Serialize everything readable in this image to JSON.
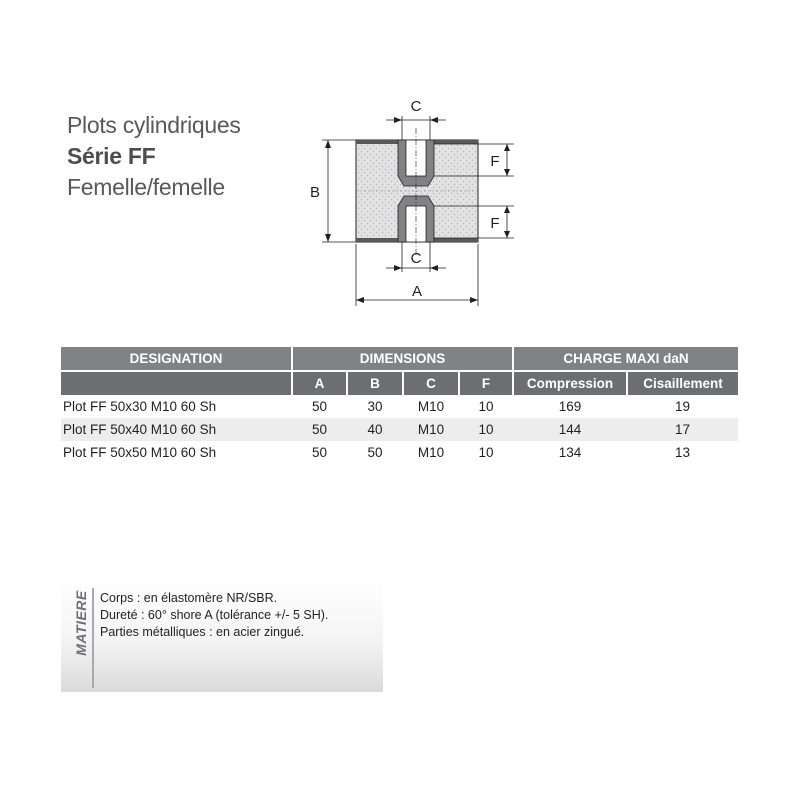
{
  "title": {
    "line1": "Plots cylindriques",
    "line2": "Série FF",
    "line3": "Femelle/femelle"
  },
  "diagram": {
    "labels": {
      "c_top": "C",
      "c_bottom": "C",
      "a": "A",
      "b": "B",
      "f_top": "F",
      "f_bottom": "F"
    }
  },
  "table": {
    "group_headers": [
      "DESIGNATION",
      "DIMENSIONS",
      "CHARGE MAXI daN"
    ],
    "sub_headers": [
      "A",
      "B",
      "C",
      "F",
      "Compression",
      "Cisaillement"
    ],
    "rows": [
      [
        "Plot FF 50x30 M10 60 Sh",
        "50",
        "30",
        "M10",
        "10",
        "169",
        "19"
      ],
      [
        "Plot FF 50x40 M10 60 Sh",
        "50",
        "40",
        "M10",
        "10",
        "144",
        "17"
      ],
      [
        "Plot FF 50x50 M10 60 Sh",
        "50",
        "50",
        "M10",
        "10",
        "134",
        "13"
      ]
    ]
  },
  "matiere": {
    "label": "MATIERE",
    "lines": [
      "Corps : en élastomère NR/SBR.",
      "Dureté : 60° shore A (tolérance +/- 5 SH).",
      "Parties métalliques : en acier zingué."
    ]
  }
}
